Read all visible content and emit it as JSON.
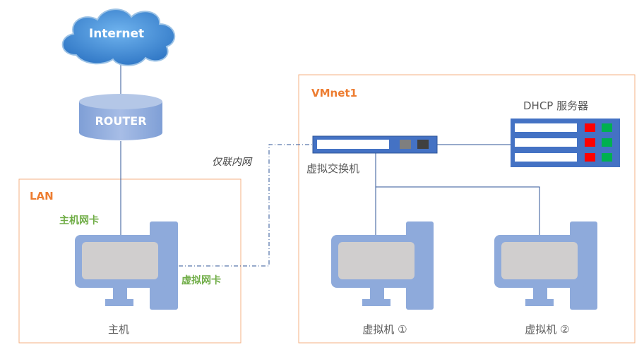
{
  "internet": {
    "label": "Internet"
  },
  "router": {
    "label": "ROUTER"
  },
  "lan": {
    "label": "LAN",
    "host_nic_label": "主机网卡",
    "virtual_nic_label": "虚拟网卡",
    "host_label": "主机"
  },
  "host_only_label": "仅联内网",
  "vmnet": {
    "label": "VMnet1",
    "switch_label": "虚拟交换机",
    "dhcp_label": "DHCP 服务器",
    "vm1_label": "虚拟机 ①",
    "vm2_label": "虚拟机 ②"
  },
  "colors": {
    "cloud_fill": "#4a90d9",
    "device_fill": "#8eaadb",
    "device_stroke": "#2f5597",
    "zone_border": "#f4b183",
    "zone_label": "#ed7d31",
    "nic_label": "#70ad47",
    "screen_fill": "#d0cece",
    "led_red": "#ff0000",
    "led_green": "#00b050",
    "line": "#2f5597",
    "text": "#595959"
  }
}
